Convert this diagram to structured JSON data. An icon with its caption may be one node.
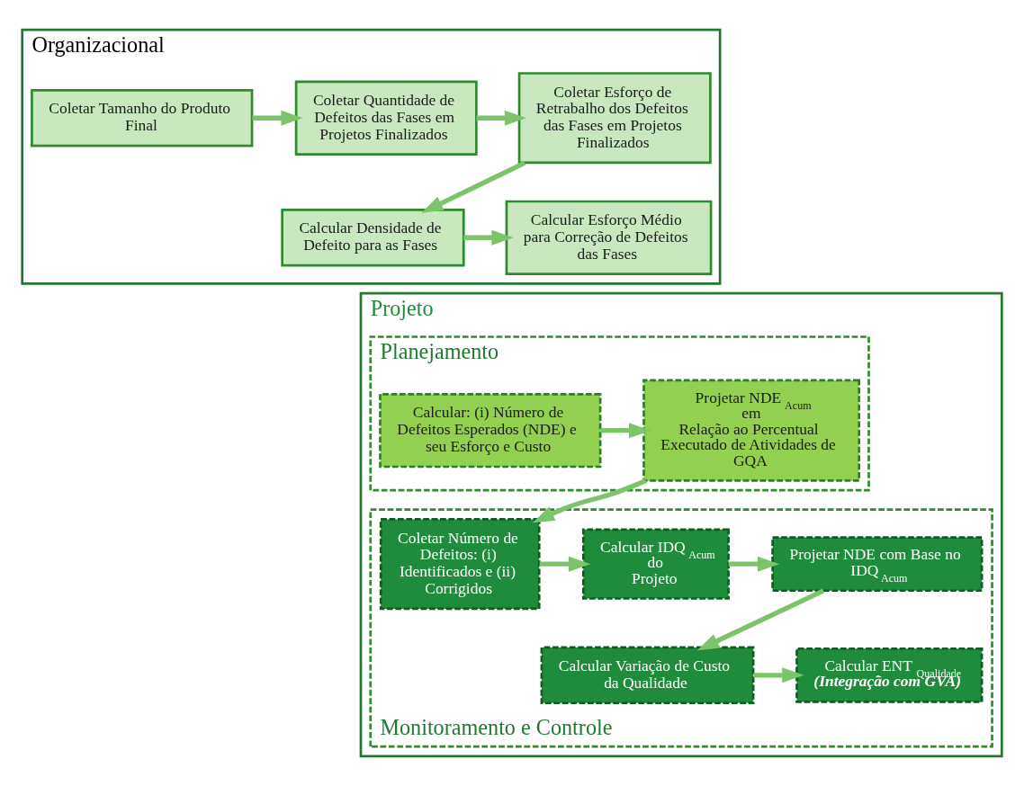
{
  "diagram": {
    "nodes": [
      {
        "text": [
          "Organizacional"
        ]
      },
      {
        "text": [
          "Coletar Tamanho do Produto Final"
        ],
        "in": 0
      },
      {
        "text": [
          "Coletar Quantidade de Defeitos das Fases em Projetos Finalizados"
        ],
        "in": 0
      },
      {
        "text": [
          "Coletar Esforço de Retrabalho dos Defeitos das Fases em Projetos Finalizados"
        ],
        "in": 0
      },
      {
        "text": [
          "Calcular Densidade de Defeito para as Fases"
        ],
        "in": 0
      },
      {
        "text": [
          "Calcular Esforço Médio para Correção de Defeitos das Fases"
        ],
        "in": 0
      },
      {
        "text": [
          "Projeto"
        ]
      },
      {
        "text": [
          "Planejamento"
        ],
        "in": 6
      },
      {
        "text": [
          "Calcular: (i) Número de Defeitos Esperados (NDE) e seu Esforço e Custo"
        ],
        "in": 7
      },
      {
        "text": [
          "Projetar NDE$_{Acum}$ em Relação ao Percentual Executado de Atividades de GQA"
        ],
        "in": 7
      },
      {
        "text": [
          "Monitoramento e Controle"
        ],
        "in": 6
      },
      {
        "text": [
          "Coletar Número de Defeitos: (i) Identificados e (ii) Corrigidos"
        ],
        "in": 10
      },
      {
        "text": [
          "Calcular IDQ$_{Acum}$ do Projeto"
        ],
        "in": 10
      },
      {
        "text": [
          "Projetar NDE com Base no IDQ$_{Acum}$"
        ],
        "in": 10
      },
      {
        "text": [
          "Calcular Variação de Custo da Qualidade"
        ],
        "in": 10
      },
      {
        "text": [
          "Calcular ENT$_{Qualidade}$",
          "(Integração com GVA)"
        ],
        "in": 10
      }
    ],
    "edges": [
      {
        "from": 1,
        "to": 2,
        "arrow": "to"
      },
      {
        "from": 2,
        "to": 3,
        "arrow": "to"
      },
      {
        "from": 3,
        "to": 4,
        "arrow": "to"
      },
      {
        "from": 4,
        "to": 5,
        "arrow": "to"
      },
      {
        "from": 8,
        "to": 9,
        "arrow": "to"
      },
      {
        "from": 9,
        "to": 11,
        "arrow": "to"
      },
      {
        "from": 11,
        "to": 12,
        "arrow": "to"
      },
      {
        "from": 12,
        "to": 13,
        "arrow": "to"
      },
      {
        "from": 13,
        "to": 14,
        "arrow": "to"
      },
      {
        "from": 14,
        "to": 15,
        "arrow": "to"
      }
    ]
  }
}
